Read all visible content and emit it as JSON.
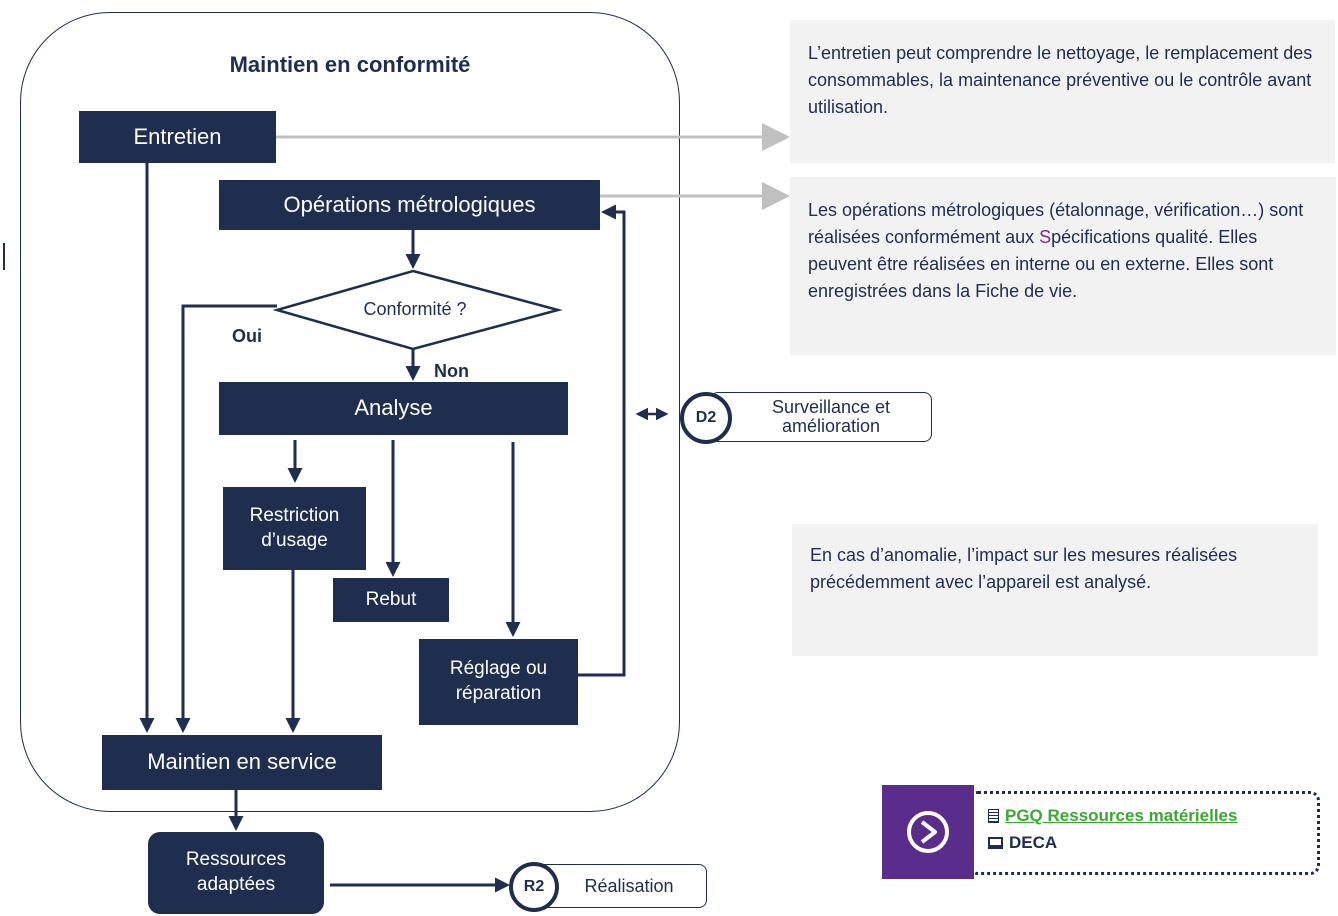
{
  "diagram": {
    "title": "Maintien en conformité",
    "nodes": {
      "entretien": "Entretien",
      "operations": "Opérations métrologiques",
      "decision": "Conformité ?",
      "analyse": "Analyse",
      "restriction": "Restriction d’usage",
      "rebut": "Rebut",
      "reglage": "Réglage ou réparation",
      "maintien_service": "Maintien en service",
      "ressources": "Ressources adaptées"
    },
    "edge_labels": {
      "yes": "Oui",
      "no": "Non"
    },
    "links": {
      "surveillance": {
        "badge": "D2",
        "label": "Surveillance et amélioration"
      },
      "realisation": {
        "badge": "R2",
        "label": "Réalisation"
      }
    }
  },
  "notes": {
    "entretien": "L’entretien peut comprendre le nettoyage, le remplacement des consommables, la maintenance préventive ou le contrôle avant utilisation.",
    "operations_first_letter": "S",
    "operations_before": "Les opérations métrologiques (étalonnage, vérification…) sont réalisées conformément aux ",
    "operations_after": "pécifications qualité. Elles peuvent être réalisées en interne ou en externe. Elles sont enregistrées dans la Fiche de vie.",
    "anomalie": "En cas d’anomalie, l’impact sur les mesures réalisées précédemment avec l’appareil est analysé."
  },
  "references": {
    "doc_link": "PGQ Ressources matérielles",
    "app": "DECA",
    "doc_icon": "document-icon",
    "app_icon": "laptop-icon",
    "nav_icon": "play-circle-icon"
  },
  "colors": {
    "primary": "#1f2d4e",
    "note_bg": "#f2f2f2",
    "link_green": "#3aa832",
    "purple": "#5a2d8c",
    "arrow_gray": "#c0c0c0"
  }
}
